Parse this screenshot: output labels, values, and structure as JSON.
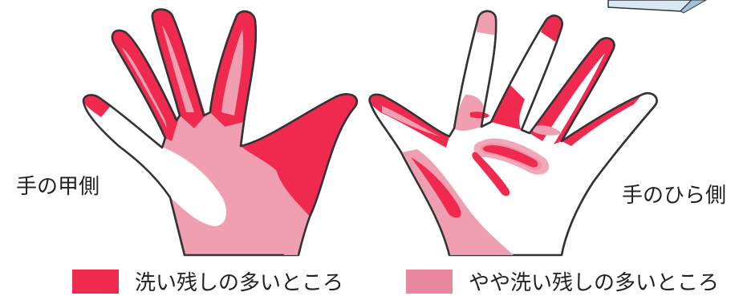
{
  "labels": {
    "back": "手の甲側",
    "palm": "手のひら側"
  },
  "legend": [
    {
      "label": "洗い残しの多いところ",
      "color": "#f0294f"
    },
    {
      "label": "やや洗い残しの多いところ",
      "color": "#e8889f"
    }
  ],
  "colors": {
    "dark": "#f0294f",
    "light": "#ef9fb0",
    "outline": "#333333",
    "box": "#d6e8f3"
  }
}
